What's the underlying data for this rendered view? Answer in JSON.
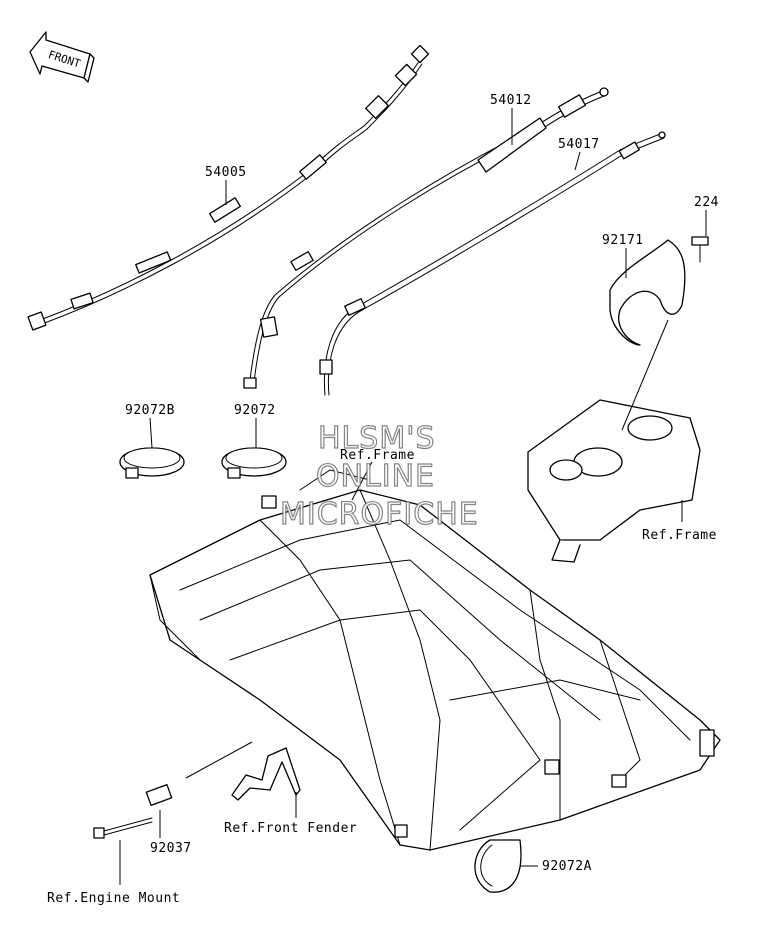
{
  "front_arrow": {
    "label": "FRONT"
  },
  "watermark": {
    "line1": "HLSM'S",
    "line2": "ONLINE",
    "line3": "MICROFICHE"
  },
  "callouts": {
    "p54005": "54005",
    "p54012": "54012",
    "p54017": "54017",
    "p224": "224",
    "p92171": "92171",
    "p92072B": "92072B",
    "p92072": "92072",
    "p92037": "92037",
    "p92072A": "92072A",
    "ref_frame_top": "Ref.Frame",
    "ref_frame_right": "Ref.Frame",
    "ref_front_fender": "Ref.Front Fender",
    "ref_engine_mount": "Ref.Engine Mount"
  }
}
